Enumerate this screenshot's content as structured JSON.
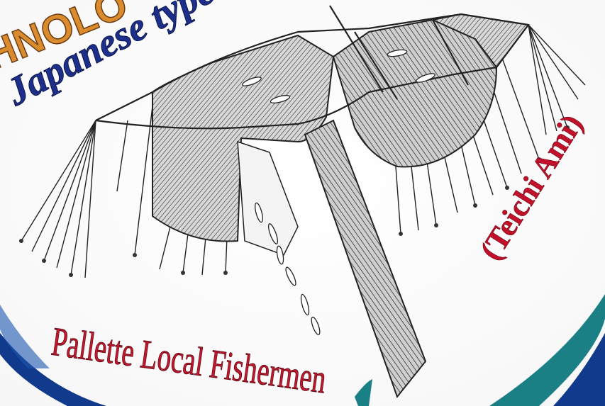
{
  "poster": {
    "heading_fragment": "HNOLO",
    "subtitle": "Japanese type",
    "net_name": "(Teichi Ami)",
    "credit": "Pallette Local Fishermen"
  },
  "colors": {
    "ring_blue": "#123a8c",
    "ring_teal": "#1b7f86",
    "heading_orange": "#d98b2e",
    "subtitle_navy": "#1d2f8a",
    "label_red": "#c0102a",
    "ink": "#222222",
    "hatch_gray": "#8a8a8a"
  },
  "illustration": {
    "subject": "set-net-fish-trap",
    "parts": [
      "buoy-lines",
      "anchor-lines",
      "net-chambers",
      "leader-net",
      "fish"
    ]
  }
}
